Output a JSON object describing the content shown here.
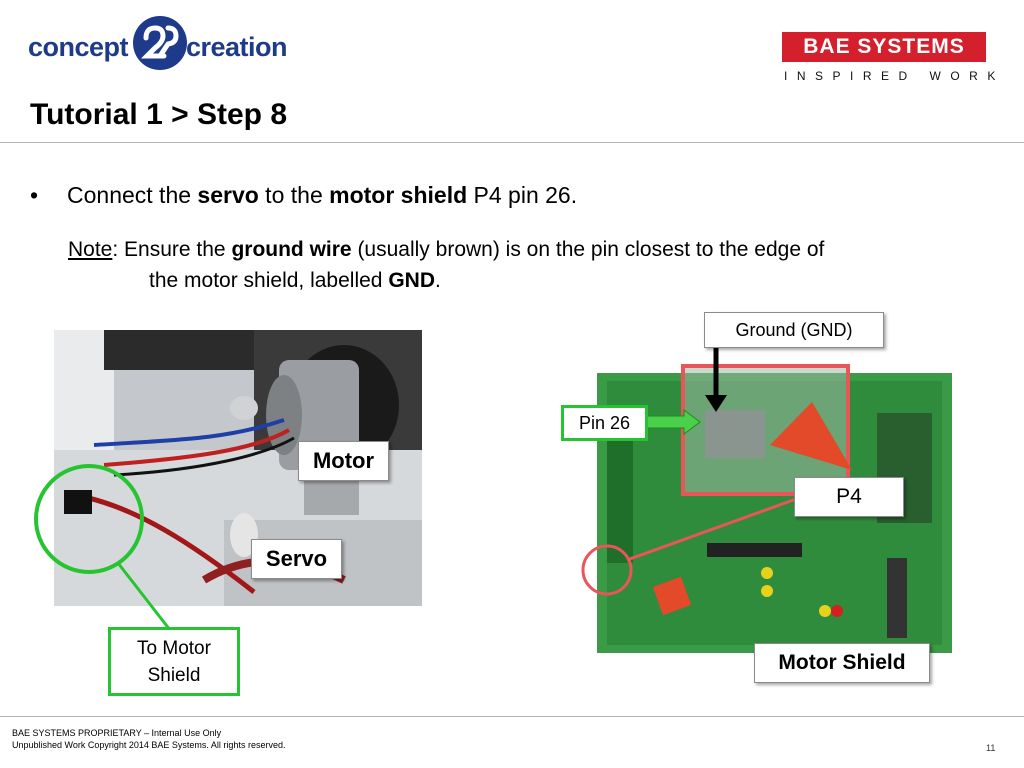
{
  "header": {
    "logo_left_part1": "concept",
    "logo_left_part2": "creation",
    "logo_right_name": "BAE SYSTEMS",
    "logo_right_tagline": "INSPIRED WORK"
  },
  "title": "Tutorial 1 > Step 8",
  "bullet": {
    "marker": "•",
    "text_1": "Connect the ",
    "bold_1": "servo",
    "text_2": " to the ",
    "bold_2": "motor shield",
    "text_3": " P4 pin 26."
  },
  "note": {
    "label": "Note",
    "sep": ": ",
    "text_1": "Ensure the ",
    "bold_1": "ground wire",
    "text_2": " (usually brown) is on the pin closest to the edge of",
    "text_3": "the motor shield, labelled ",
    "bold_2": "GND",
    "text_4": "."
  },
  "labels": {
    "motor": "Motor",
    "servo": "Servo",
    "to_motor_shield": "To Motor Shield",
    "ground": "Ground (GND)",
    "pin26": "Pin 26",
    "p4": "P4",
    "motor_shield": "Motor Shield"
  },
  "footer": {
    "line1": "BAE SYSTEMS PROPRIETARY – Internal Use Only",
    "line2": "Unpublished Work Copyright 2014 BAE Systems. All rights reserved.",
    "page_number": "11"
  },
  "colors": {
    "bae_red": "#d41f2d",
    "concept_blue": "#1e3a8a",
    "highlight_green": "#26c430",
    "highlight_red": "#e8565a"
  }
}
